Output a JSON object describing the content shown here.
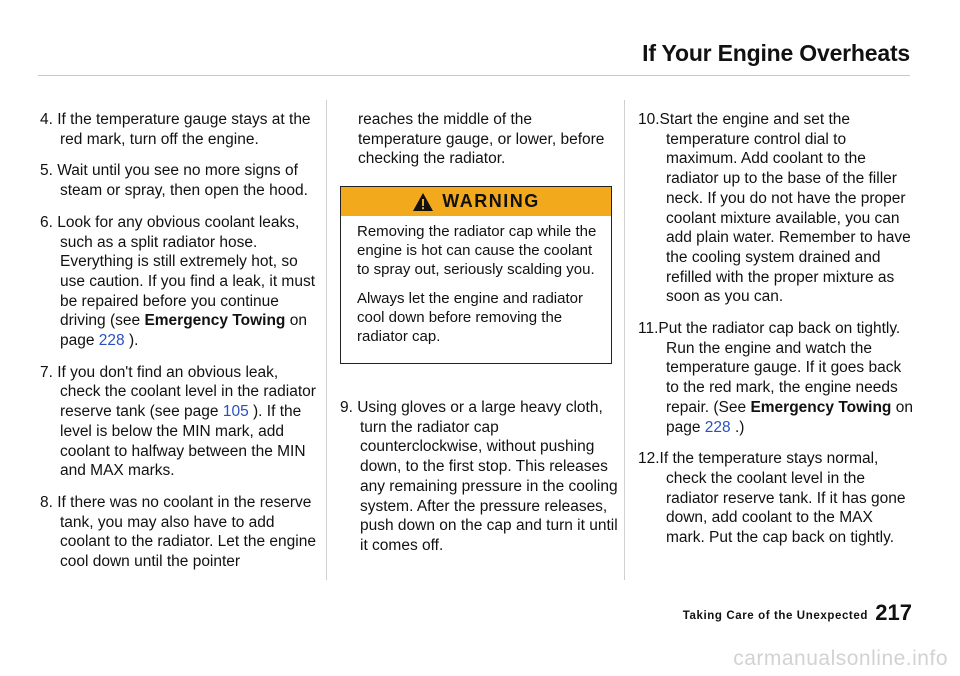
{
  "header": {
    "title": "If Your Engine Overheats"
  },
  "col1": {
    "step4": "4. If the temperature gauge stays at the red mark, turn off the engine.",
    "step5": "5. Wait until you see no more signs of steam or spray, then open the hood.",
    "step6_a": "6. Look for any obvious coolant leaks, such as a split radiator hose. Everything is still extremely hot, so use caution. If you find a leak, it must be repaired before you continue driving (see ",
    "step6_bold": "Emergency Towing",
    "step6_b": " on page ",
    "step6_link": "228",
    "step6_c": " ).",
    "step7_a": "7. If you don't find an obvious leak, check the coolant level in the radiator reserve tank (see page ",
    "step7_link": "105",
    "step7_b": " ). If the level is below the MIN mark, add coolant to halfway between the MIN and MAX marks.",
    "step8": "8. If there was no coolant in the reserve tank, you may also have to add coolant to the radiator. Let the engine cool down until the pointer"
  },
  "col2": {
    "cont": "reaches the middle of the temperature gauge, or lower, before checking the radiator.",
    "warning": {
      "heading": "WARNING",
      "p1": "Removing the radiator cap while the engine is hot can cause the coolant to spray out, seriously scalding you.",
      "p2": "Always let the engine and radiator cool down before removing the radiator cap."
    },
    "step9": "9. Using gloves or a large heavy cloth, turn the radiator cap counterclockwise, without pushing down, to the first stop. This releases any remaining pressure in the cooling system. After the pressure releases, push down on the cap and turn it until it comes off."
  },
  "col3": {
    "step10": "10.Start the engine and set the temperature control dial to maximum. Add coolant to the radiator up to the base of the filler neck. If you do not have the proper coolant mixture available, you can add plain water. Remember to have the cooling system drained and refilled with the proper mixture as soon as you can.",
    "step11_a": "11.Put the radiator cap back on tightly. Run the engine and watch the temperature gauge. If it goes back to the red mark, the engine needs repair. (See ",
    "step11_bold": "Emergency Towing",
    "step11_b": " on page ",
    "step11_link": "228",
    "step11_c": " .)",
    "step12": "12.If the temperature stays normal, check the coolant level in the radiator reserve tank. If it has gone down, add coolant to the MAX mark. Put the cap back on tightly."
  },
  "footer": {
    "section": "Taking Care of the Unexpected",
    "page_number": "217",
    "watermark": "carmanualsonline.info"
  },
  "colors": {
    "warning_bg": "#f3a91c",
    "link": "#2a4fc0"
  }
}
